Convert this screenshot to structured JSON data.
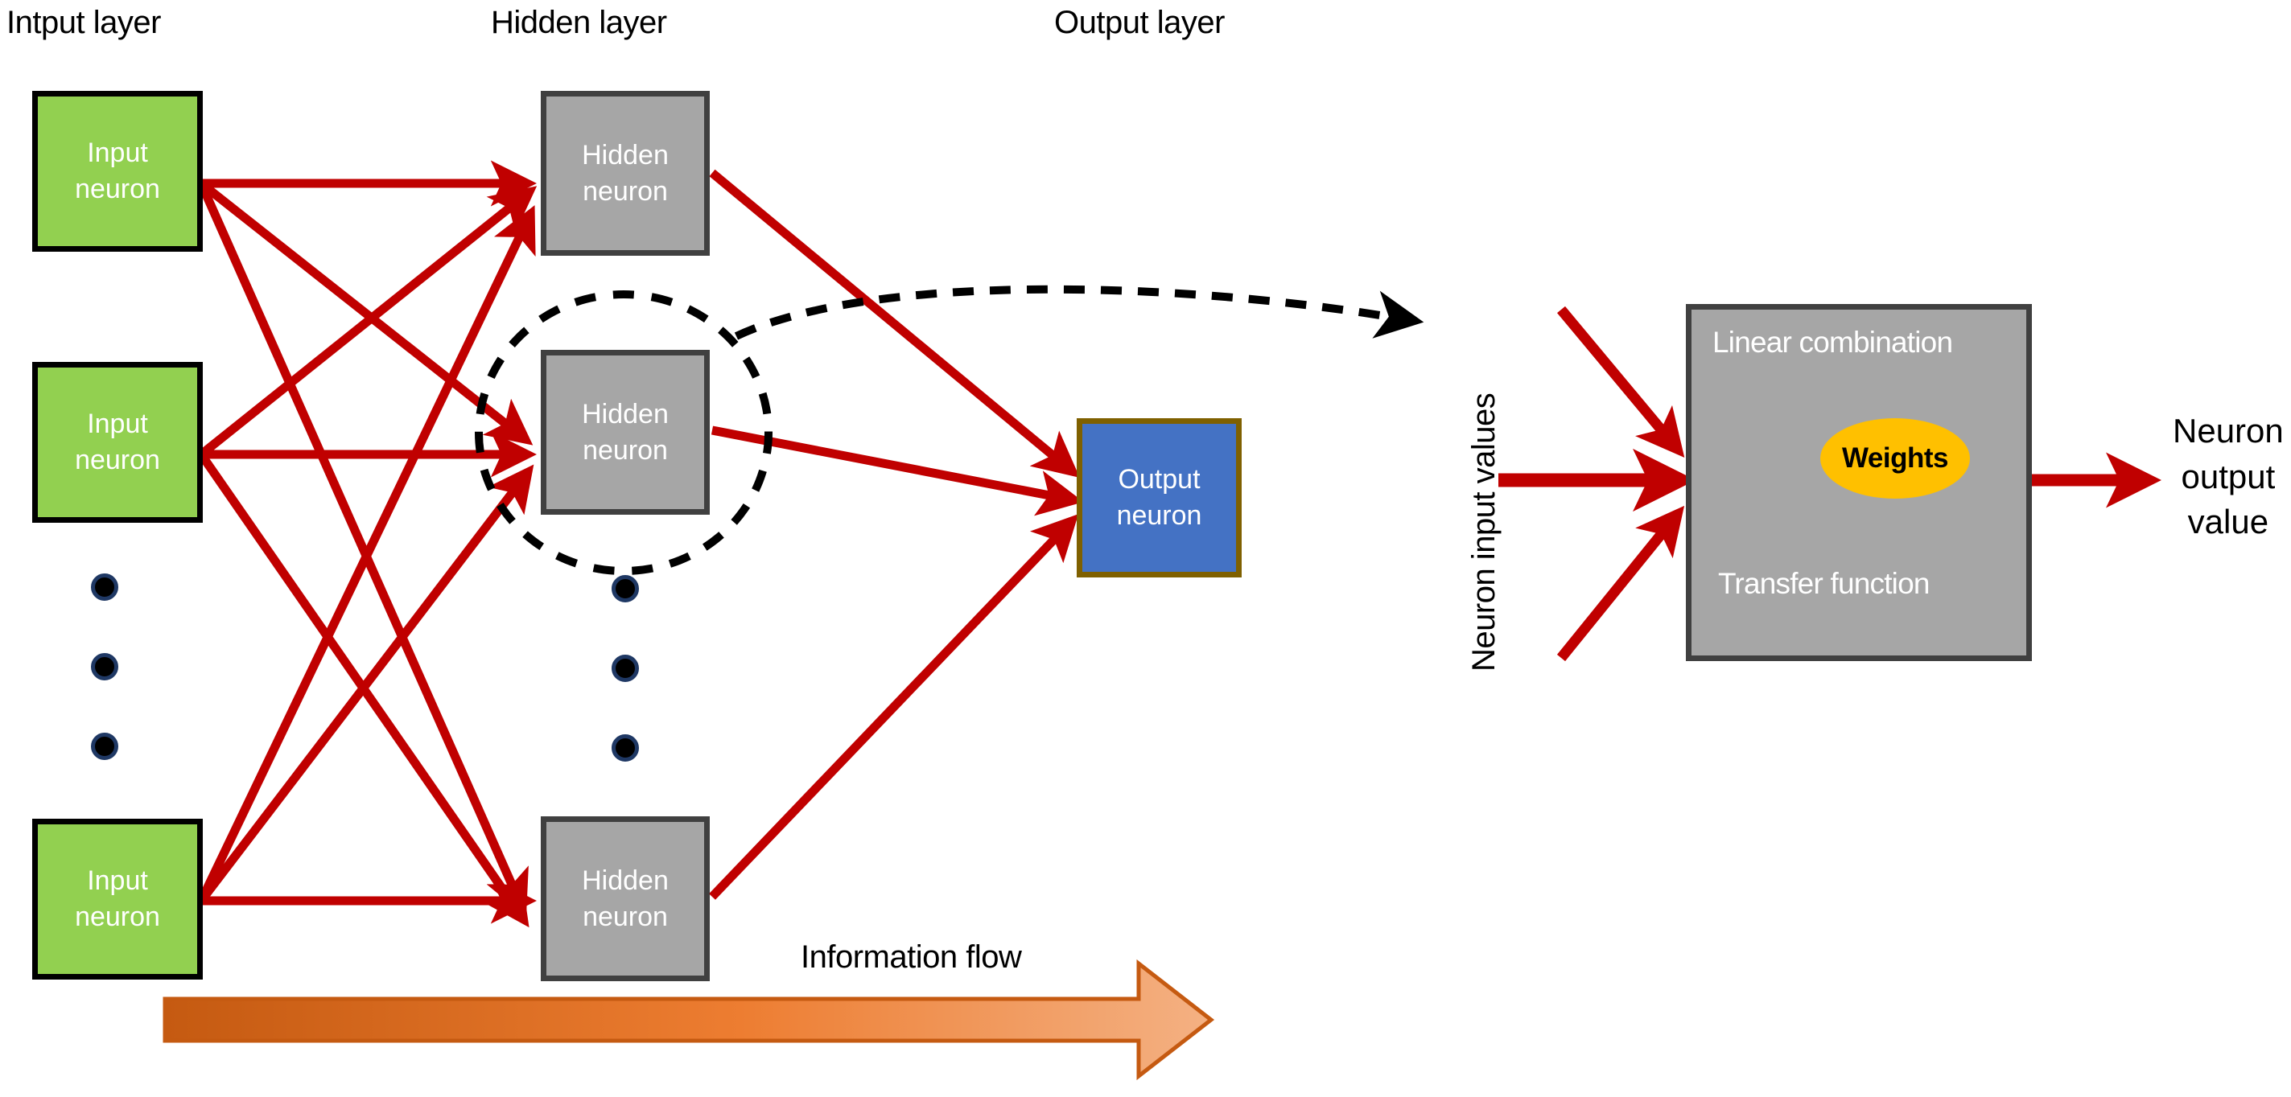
{
  "diagram": {
    "title_left": "Intput layer",
    "title_mid": "Hidden layer",
    "title_right": "Output layer",
    "information_flow_label": "Information flow",
    "colors": {
      "input_fill": "#92D050",
      "input_border": "#000000",
      "hidden_fill": "#A6A6A6",
      "hidden_border": "#404040",
      "output_fill": "#4472C4",
      "output_border": "#7F6000",
      "connection": "#C00000",
      "weights_fill": "#FFC000",
      "flow_arrow_dark": "#C55A11",
      "flow_arrow_light": "#F4B183",
      "callout": "#000000",
      "dot_fill": "#000000",
      "dot_rim": "#1F3864"
    }
  },
  "input_layer": {
    "neurons": [
      {
        "line1": "Input",
        "line2": "neuron"
      },
      {
        "line1": "Input",
        "line2": "neuron"
      },
      {
        "line1": "Input",
        "line2": "neuron"
      }
    ],
    "ellipsis_dots": 3
  },
  "hidden_layer": {
    "neurons": [
      {
        "line1": "Hidden",
        "line2": "neuron"
      },
      {
        "line1": "Hidden",
        "line2": "neuron"
      },
      {
        "line1": "Hidden",
        "line2": "neuron"
      }
    ],
    "ellipsis_dots": 3
  },
  "output_layer": {
    "neurons": [
      {
        "line1": "Output",
        "line2": "neuron"
      }
    ]
  },
  "detail": {
    "input_values_label": "Neuron input values",
    "linear_combination_label": "Linear combination",
    "transfer_function_label": "Transfer function",
    "weights_label": "Weights",
    "output_value_line1": "Neuron",
    "output_value_line2": "output",
    "output_value_line3": "value"
  }
}
